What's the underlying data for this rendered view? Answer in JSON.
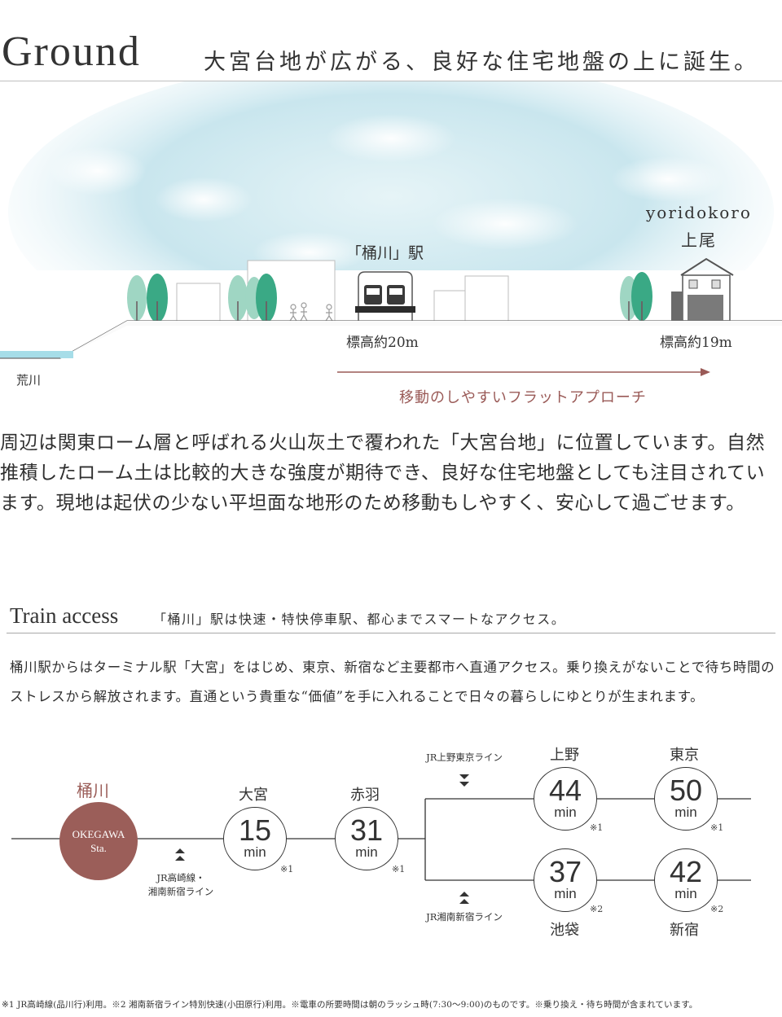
{
  "ground": {
    "title": "Ground",
    "subtitle": "大宮台地が広がる、良好な住宅地盤の上に誕生。",
    "station_label": "「桶川」駅",
    "yoridokoro": "yoridokoro",
    "ageo": "上尾",
    "elev_station": "標高約20m",
    "elev_house": "標高約19m",
    "river": "荒川",
    "flat_approach": "移動のしやすいフラットアプローチ",
    "body": "周辺は関東ローム層と呼ばれる火山灰土で覆われた「大宮台地」に位置しています。自然推積したローム土は比較的大きな強度が期待でき、良好な住宅地盤としても注目されています。現地は起伏の少ない平坦面な地形のため移動もしやすく、安心して過ごせます。",
    "colors": {
      "river": "#a6dde8",
      "tree_dark": "#3aa985",
      "tree_light": "#9fd6c3",
      "arrow": "#9a5a57"
    }
  },
  "train": {
    "title": "Train access",
    "subtitle": "「桶川」駅は快速・特快停車駅、都心までスマートなアクセス。",
    "body": "桶川駅からはターミナル駅「大宮」をはじめ、東京、新宿など主要都市へ直通アクセス。乗り換えがないことで待ち時間のストレスから解放されます。直通という貴重な“価値”を手に入れることで日々の暮らしにゆとりが生まれます。",
    "origin": {
      "name": "桶川",
      "en1": "OKEGAWA",
      "en2": "Sta.",
      "color": "#9b5e59"
    },
    "line_takasaki_1": "JR高崎線・",
    "line_takasaki_2": "湘南新宿ライン",
    "line_ueno_tokyo": "JR上野東京ライン",
    "line_shonan": "JR湘南新宿ライン",
    "stations": [
      {
        "name": "大宮",
        "min": "15",
        "unit": "min",
        "note": "※1"
      },
      {
        "name": "赤羽",
        "min": "31",
        "unit": "min",
        "note": "※1"
      },
      {
        "name": "上野",
        "min": "44",
        "unit": "min",
        "note": "※1"
      },
      {
        "name": "東京",
        "min": "50",
        "unit": "min",
        "note": "※1"
      },
      {
        "name": "池袋",
        "min": "37",
        "unit": "min",
        "note": "※2"
      },
      {
        "name": "新宿",
        "min": "42",
        "unit": "min",
        "note": "※2"
      }
    ],
    "footnote": "※1 JR高崎線(品川行)利用。※2 湘南新宿ライン特別快速(小田原行)利用。※電車の所要時間は朝のラッシュ時(7:30〜9:00)のものです。※乗り換え・待ち時間が含まれています。"
  }
}
